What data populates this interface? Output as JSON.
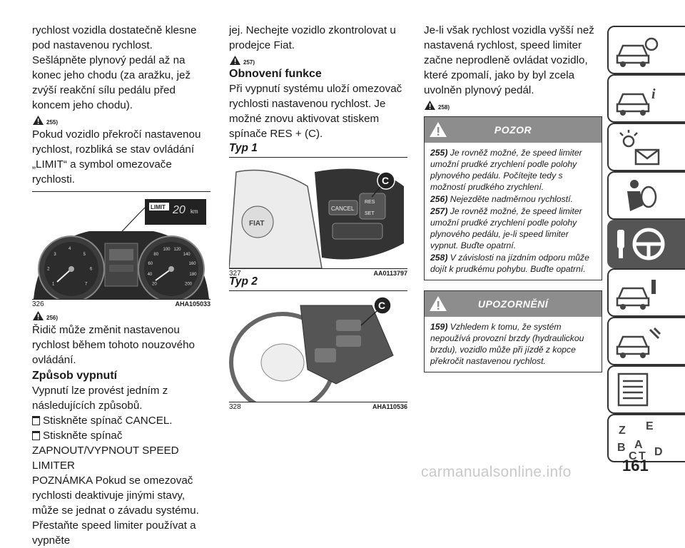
{
  "column1": {
    "p1": "rychlost vozidla dostatečně klesne pod nastavenou rychlost.",
    "p2": "Sešlápněte plynový pedál až na konec jeho chodu (za aražku, jež zvýší reakční sílu pedálu před koncem jeho chodu).",
    "note1": "255)",
    "p3": "Pokud vozidlo překročí nastavenou rychlost, rozbliká se stav ovládání „LIMIT“ a symbol omezovače rychlosti.",
    "figure": {
      "number": "326",
      "code": "AHA105033",
      "limit_label": "LIMIT",
      "speed_value": "20",
      "speed_unit": "km",
      "speed_scale": [
        "20",
        "40",
        "60",
        "80",
        "100",
        "120",
        "140",
        "160",
        "180",
        "200"
      ],
      "rpm_scale": [
        "1",
        "2",
        "3",
        "4",
        "5",
        "6",
        "7"
      ]
    },
    "note2": "256)",
    "p4": "Řidič může změnit nastavenou rychlost během tohoto nouzového ovládání.",
    "heading": "Způsob vypnutí",
    "p5": "Vypnutí lze provést jedním z následujících způsobů.",
    "bullet1": "Stiskněte spínač CANCEL.",
    "bullet2": "Stiskněte spínač",
    "p6": "ZAPNOUT/VYPNOUT SPEED LIMITER",
    "p7": "POZNÁMKA Pokud se omezovač rychlosti deaktivuje jinými stavy, může se jednat o závadu systému. Přestaňte speed limiter používat a vypněte"
  },
  "column2": {
    "p1": "jej. Nechejte vozidlo zkontrolovat u prodejce Fiat.",
    "note1": "257)",
    "heading": "Obnovení funkce",
    "p2": "Při vypnutí systému uloží omezovač rychlosti nastavenou rychlost. Je možné znovu aktivovat stiskem spínače RES + (C).",
    "typ1": "Typ 1",
    "figure1": {
      "number": "327",
      "code": "AA0113797",
      "callout": "C",
      "cancel_label": "CANCEL",
      "res_label": "RES",
      "set_label": "SET"
    },
    "typ2": "Typ 2",
    "figure2": {
      "number": "328",
      "code": "AHA110536",
      "callout": "C"
    }
  },
  "column3": {
    "p1": "Je-li však rychlost vozidla vyšší než nastavená rychlost, speed limiter začne neprodleně ovládat vozidlo, které zpomalí, jako by byl zcela uvolněn plynový pedál.",
    "note1": "258)",
    "box1": {
      "title": "POZOR",
      "items": [
        {
          "num": "255)",
          "text": "Je rovněž možné, že speed limiter umožní prudké zrychlení podle polohy plynového pedálu. Počítejte tedy s možností prudkého zrychlení."
        },
        {
          "num": "256)",
          "text": "Nejezděte nadměrnou rychlostí."
        },
        {
          "num": "257)",
          "text": "Je rovněž možné, že speed limiter umožní prudké zrychlení podle polohy plynového pedálu, je-li speed limiter vypnut. Buďte opatrní."
        },
        {
          "num": "258)",
          "text": "V závislosti na jízdním odporu může dojít k prudkému pohybu. Buďte opatrní."
        }
      ]
    },
    "box2": {
      "title": "UPOZORNĚNÍ",
      "items": [
        {
          "num": "159)",
          "text": "Vzhledem k tomu, že systém nepoužívá provozní brzdy (hydraulickou brzdu), vozidlo může při jízdě z kopce překročit nastavenou rychlost."
        }
      ]
    }
  },
  "sidebar": {
    "tabs": [
      "car-search-icon",
      "car-info-icon",
      "warning-lights-icon",
      "airbag-person-icon",
      "key-steering-icon",
      "car-service-icon",
      "wrench-car-icon",
      "list-icon",
      "alphabet-index-icon"
    ],
    "active_index": 4,
    "alphabet_letters": [
      "Z",
      "E",
      "B",
      "A",
      "C",
      "T",
      "D"
    ]
  },
  "page_number": "161",
  "watermark": "carmanualsonline.info"
}
